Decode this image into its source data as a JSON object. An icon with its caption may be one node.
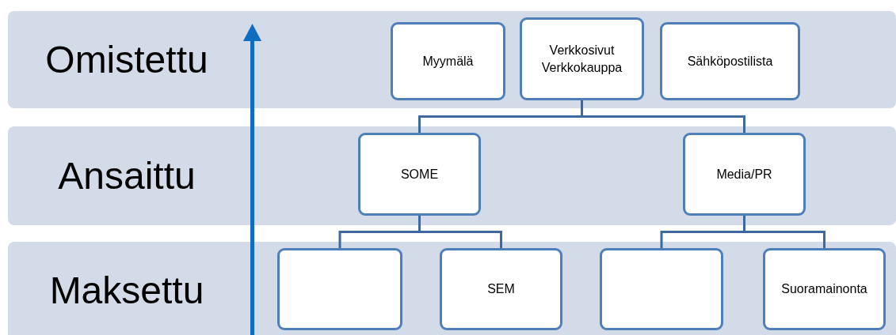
{
  "diagram": {
    "nodes": [
      {
        "text": [
          "Omistettu"
        ]
      },
      {
        "text": [
          "Myymälä"
        ],
        "in": 0
      },
      {
        "text": [
          "Verkkosivut Verkkokauppa"
        ],
        "in": 0
      },
      {
        "text": [
          "Sähköpostilista"
        ],
        "in": 0
      },
      {
        "text": [
          "Ansaittu"
        ]
      },
      {
        "text": [
          "SOME"
        ],
        "in": 4
      },
      {
        "text": [
          "Media/PR"
        ],
        "in": 4
      },
      {
        "text": [
          "Maksettu"
        ]
      },
      {
        "text": [],
        "shape": "box",
        "in": 7
      },
      {
        "text": [
          "SEM"
        ],
        "in": 7
      },
      {
        "text": [],
        "shape": "box",
        "in": 7
      },
      {
        "text": [
          "Suoramainonta"
        ],
        "in": 7
      }
    ],
    "edges": [
      {
        "from": 2,
        "to": 5,
        "arrow": "none"
      },
      {
        "from": 2,
        "to": 6,
        "arrow": "none"
      },
      {
        "from": 5,
        "to": 8,
        "arrow": "none"
      },
      {
        "from": 5,
        "to": 9,
        "arrow": "none"
      },
      {
        "from": 6,
        "to": 10,
        "arrow": "none"
      },
      {
        "from": 6,
        "to": 11,
        "arrow": "none"
      }
    ]
  }
}
